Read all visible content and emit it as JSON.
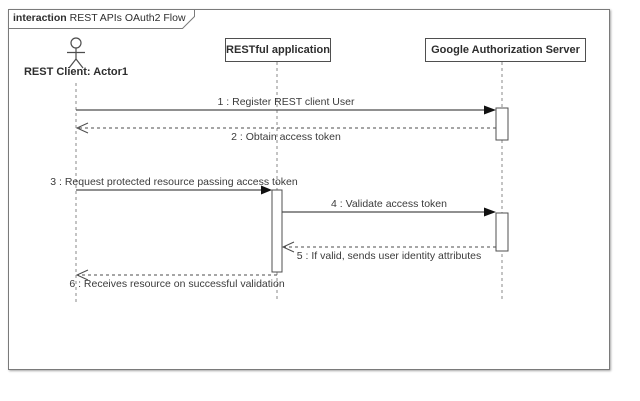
{
  "frame": {
    "keyword": "interaction",
    "title": "REST APIs OAuth2 Flow"
  },
  "diagram_type": "uml-sequence-diagram",
  "lifelines": [
    {
      "id": "rest-client",
      "label": "REST Client: Actor1",
      "kind": "actor"
    },
    {
      "id": "restful-application",
      "label": "RESTful application",
      "kind": "participant"
    },
    {
      "id": "google-auth-server",
      "label": "Google Authorization Server",
      "kind": "participant"
    }
  ],
  "messages": [
    {
      "seq": 1,
      "label": "1 : Register REST client User",
      "from": "rest-client",
      "to": "google-auth-server",
      "line": "solid",
      "arrowhead": "filled"
    },
    {
      "seq": 2,
      "label": "2 : Obtain access token",
      "from": "google-auth-server",
      "to": "rest-client",
      "line": "dashed",
      "arrowhead": "open"
    },
    {
      "seq": 3,
      "label": "3 : Request protected resource passing access token",
      "from": "rest-client",
      "to": "restful-application",
      "line": "solid",
      "arrowhead": "filled"
    },
    {
      "seq": 4,
      "label": "4 : Validate access token",
      "from": "restful-application",
      "to": "google-auth-server",
      "line": "solid",
      "arrowhead": "filled"
    },
    {
      "seq": 5,
      "label": "5 : If valid, sends user identity attributes",
      "from": "google-auth-server",
      "to": "restful-application",
      "line": "dashed",
      "arrowhead": "open"
    },
    {
      "seq": 6,
      "label": "6 : Receives resource on successful validation",
      "from": "restful-application",
      "to": "rest-client",
      "line": "dashed",
      "arrowhead": "open"
    }
  ],
  "colors": {
    "background": "#ffffff",
    "frame_border": "#7a7a7a",
    "participant_border": "#4f4f4f",
    "message_line": "#4d4d4d",
    "lifeline": "#8a8a8a",
    "text": "#3b3b3b",
    "arrowhead_fill": "#111111"
  }
}
